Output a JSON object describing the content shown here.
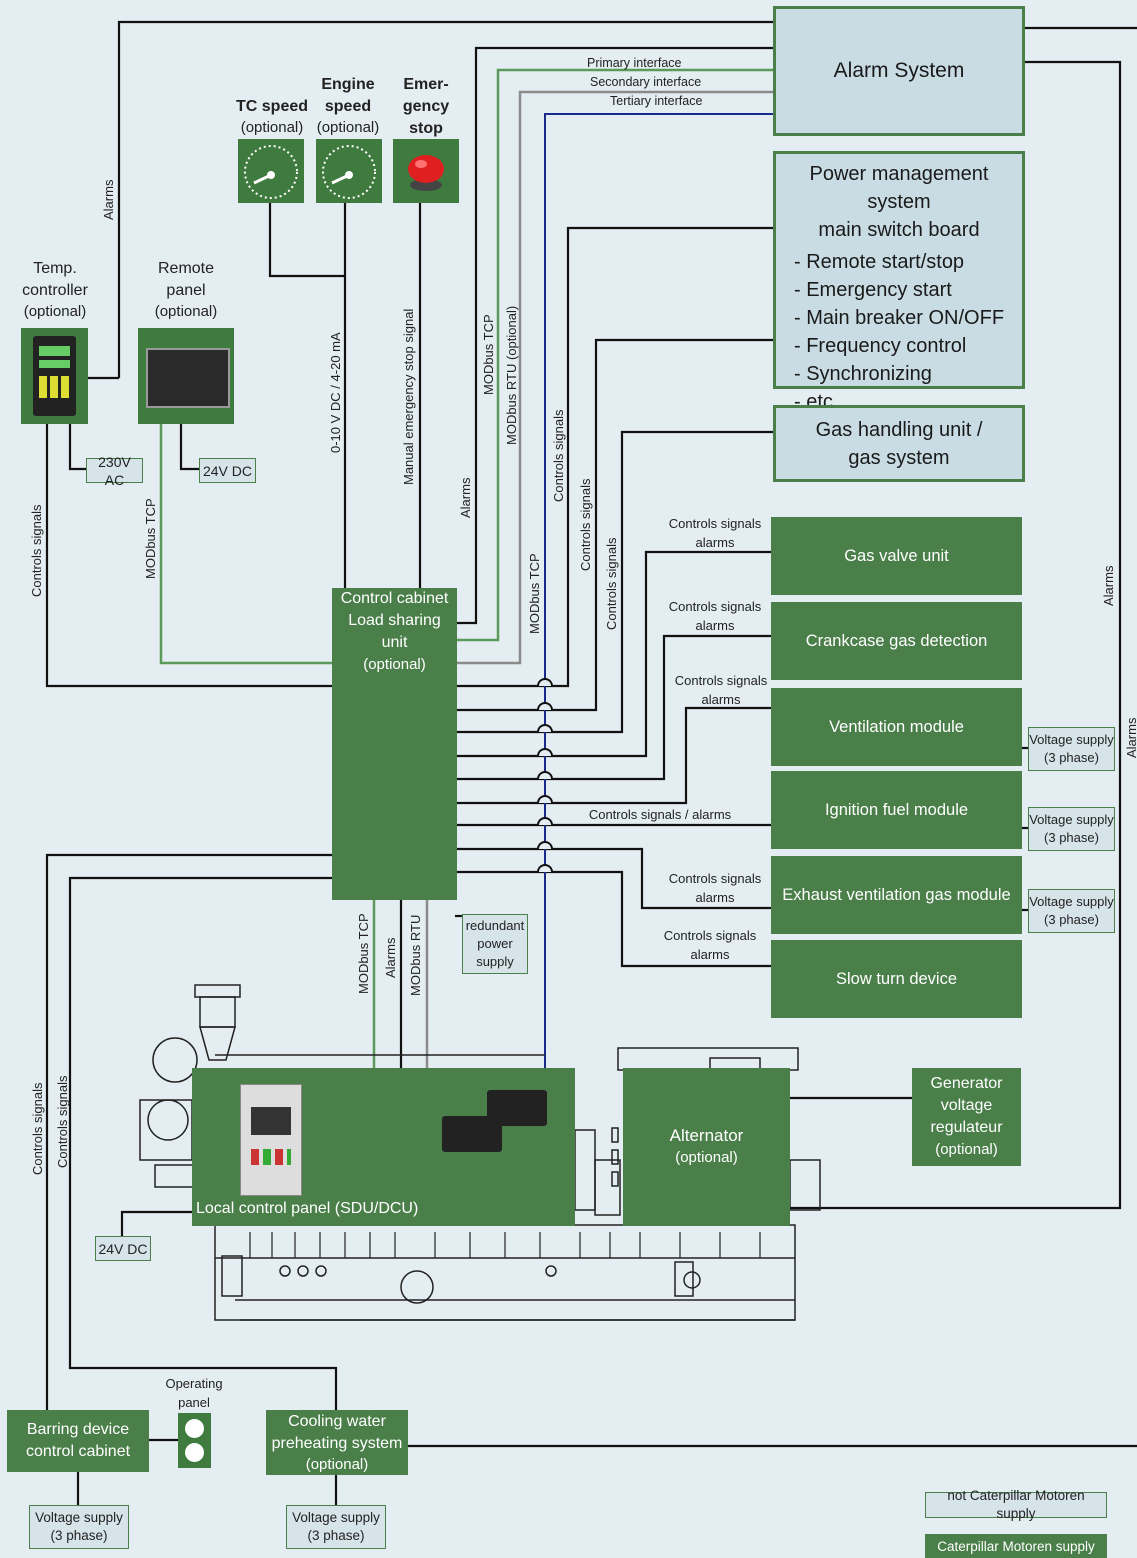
{
  "alarm_system": {
    "label": "Alarm System"
  },
  "pms": {
    "title": "Power management system\nmain switch board",
    "items": [
      "- Remote start/stop",
      "- Emergency start",
      "- Main breaker ON/OFF",
      "- Frequency control",
      "- Synchronizing",
      "- etc."
    ]
  },
  "gas_handling": {
    "label": "Gas handling unit /\ngas system"
  },
  "modules": [
    {
      "label": "Gas valve unit",
      "signal": "Controls signals\nalarms"
    },
    {
      "label": "Crankcase gas detection",
      "signal": "Controls signals\nalarms"
    },
    {
      "label": "Ventilation module",
      "signal": "Controls signals\nalarms",
      "supply": "Voltage supply\n(3 phase)"
    },
    {
      "label": "Ignition fuel module",
      "signal": "Controls signals / alarms",
      "supply": "Voltage supply\n(3 phase)"
    },
    {
      "label": "Exhaust ventilation gas module",
      "signal": "Controls signals\nalarms",
      "supply": "Voltage supply\n(3 phase)"
    },
    {
      "label": "Slow turn device",
      "signal": "Controls signals\nalarms"
    }
  ],
  "interfaces": {
    "primary": "Primary interface",
    "secondary": "Secondary interface",
    "tertiary": "Tertiary interface"
  },
  "instruments": {
    "tc_speed": {
      "title": "TC speed",
      "sub": "(optional)"
    },
    "engine_speed": {
      "title": "Engine\nspeed",
      "sub": "(optional)"
    },
    "emergency_stop": {
      "title": "Emer-\ngency\nstop"
    }
  },
  "temp_controller": {
    "title": "Temp.\ncontroller",
    "sub": "(optional)",
    "supply": "230V AC"
  },
  "remote_panel": {
    "title": "Remote\npanel",
    "sub": "(optional)",
    "supply": "24V DC"
  },
  "control_cabinet": {
    "title": "Control cabinet\nLoad sharing\nunit",
    "sub": "(optional)"
  },
  "redundant_supply": "redundant\npower\nsupply",
  "local_panel": "Local control panel (SDU/DCU)",
  "alternator": {
    "title": "Alternator",
    "sub": "(optional)"
  },
  "generator_regulator": {
    "title": "Generator\nvoltage\nregulateur",
    "sub": "(optional)"
  },
  "engine_supply": "24V DC",
  "barring": {
    "title": "Barring device\ncontrol cabinet",
    "supply": "Voltage supply\n(3 phase)"
  },
  "operating_panel": "Operating\npanel",
  "cooling": {
    "title": "Cooling water\npreheating system",
    "sub": "(optional)",
    "supply": "Voltage supply\n(3 phase)"
  },
  "legend": {
    "not_supplied": "not Caterpillar Motoren supply",
    "supplied": "Caterpillar Motoren supply"
  },
  "wire_labels": {
    "alarms": "Alarms",
    "controls_signals": "Controls signals",
    "modbus_tcp": "MODbus TCP",
    "modbus_rtu_opt": "MODbus RTU (optional)",
    "modbus_rtu": "MODbus RTU",
    "analog": "0-10 V DC / 4-20 mA",
    "manual_stop": "Manual emergency stop signal"
  },
  "colors": {
    "green_box": "#4a7f4a",
    "blue_box": "#c9dce4",
    "background": "#e4edf1",
    "wire_black": "#111111",
    "wire_green": "#5a9a5a",
    "wire_gray": "#8a8a8a",
    "wire_blue": "#1a2a8a"
  }
}
